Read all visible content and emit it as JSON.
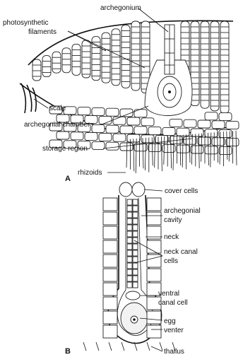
{
  "figure_a": {
    "panel_label": "A",
    "labels": {
      "archegonium": "archegonium",
      "photosynthetic_1": "photosynthetic",
      "photosynthetic_2": "filaments",
      "scale": "scale",
      "archegonial_chamber": "archegonial chamber",
      "storage_region": "storage region",
      "rhizoids": "rhizoids"
    }
  },
  "figure_b": {
    "panel_label": "B",
    "labels": {
      "cover_cells": "cover cells",
      "archegonial_1": "archegonial",
      "archegonial_2": "cavity",
      "neck": "neck",
      "neck_canal_1": "neck canal",
      "neck_canal_2": "cells",
      "ventral_1": "ventral",
      "ventral_2": "canal cell",
      "egg": "egg",
      "venter": "venter",
      "thallus": "thallus"
    }
  }
}
